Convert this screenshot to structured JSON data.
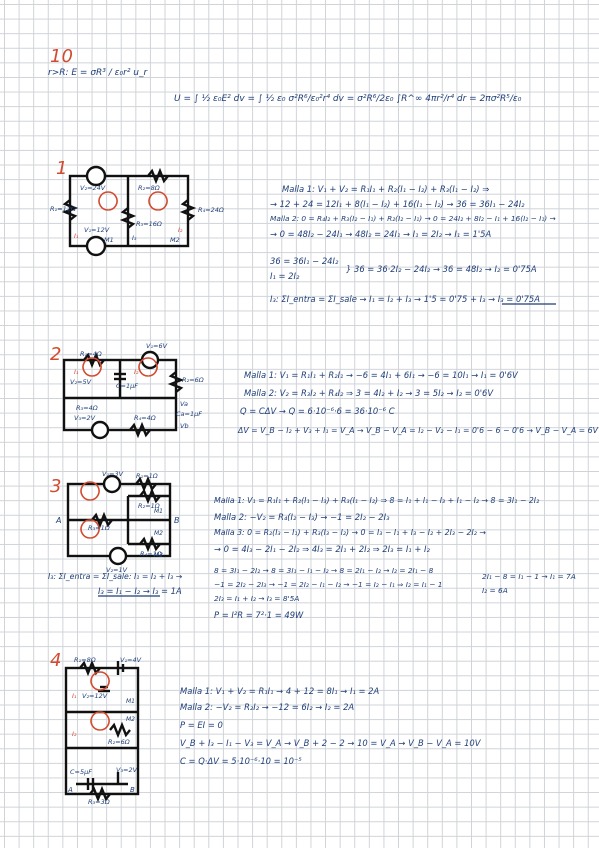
{
  "colors": {
    "ink": "#1f3f78",
    "accent": "#d24a2f",
    "grid": "#cfd3d8"
  },
  "p10": {
    "number": "10",
    "field": "r>R: E = σR³ / ε₀r² u_r",
    "energy": "U = ∫ ½ ε₀E² dv = ∫ ½ ε₀ σ²R⁶/ε₀²r⁴ dv = σ²R⁶/2ε₀ ∫R^∞ 4πr²/r⁴ dr = 2πσ²R⁵/ε₀"
  },
  "p1": {
    "number": "1",
    "labels": {
      "v2": "V₂=24V",
      "r2": "R₂=8Ω",
      "r1": "R₁=12Ω",
      "r3": "R₃=16Ω",
      "r4": "R₄=24Ω",
      "v1": "V₁=12V",
      "i1": "I₁",
      "i2": "I₂",
      "i3": "I₃",
      "m1": "M1",
      "m2": "M2"
    },
    "lines": [
      "Malla 1: V₁ + V₂ = R₁I₁ + R₂(I₁ − I₂) + R₃(I₁ − I₂) ⇒",
      "→ 12 + 24 = 12I₁ + 8(I₁ − I₂) + 16(I₁ − I₂) → 36 = 36I₁ − 24I₂",
      "Malla 2: 0 = R₄I₂ + R₃(I₂ − I₁) + R₂(I₂ − I₁) → 0 = 24I₂ + 8I₂ − I₁ + 16(I₂ − I₁) →",
      "→ 0 = 48I₂ − 24I₁ → 48I₂ = 24I₁ → I₁ = 2I₂ → I₁ = 1'5A",
      "36 = 36I₁ − 24I₂",
      "I₁ = 2I₂",
      "} 36 = 36·2I₂ − 24I₂ → 36 = 48I₂ → I₂ = 0'75A",
      "I₃: ΣI_entra = ΣI_sale → I₁ = I₂ + I₃ → 1'5 = 0'75 + I₃ → I₃ = 0'75A"
    ]
  },
  "p2": {
    "number": "2",
    "labels": {
      "r1": "R₁=4Ω",
      "v1": "V₁=6V",
      "r2": "R₂=6Ω",
      "v2": "V₂=5V",
      "c": "C=1μF",
      "r3": "R₃=4Ω",
      "v3": "V₃=2V",
      "r4": "R₄=4Ω",
      "ca": "Ca=1μF",
      "i1": "I₁",
      "i2": "I₂",
      "va": "Va",
      "vb": "Vb"
    },
    "lines": [
      "Malla 1: V₁ = R₁I₁ + R₂I₁ → −6 = 4I₁ + 6I₁ → −6 = 10I₁ → I₁ = 0'6V",
      "Malla 2: V₂ = R₃I₂ + R₄I₂ ⇒ 3 = 4I₂ + I₂ → 3 = 5I₂ → I₂ = 0'6V",
      "Q = CΔV → Q = 6·10⁻⁶·6 = 36·10⁻⁶ C",
      "ΔV = V_B − I₂ + V₃ + I₁ = V_A → V_B − V_A = I₂ − V₂ − I₁ = 0'6 − 6 − 0'6 → V_B − V_A = 6V"
    ]
  },
  "p3": {
    "number": "3",
    "labels": {
      "v1": "V₁=3V",
      "r1": "R₁=1Ω",
      "r2": "R₂=1Ω",
      "r3": "R₃=1Ω",
      "r4": "R₄=1Ω",
      "v2": "V₂=1V",
      "a": "A",
      "b": "B",
      "m1": "M1",
      "m2": "M2",
      "m3": "M3"
    },
    "lines": [
      "Malla 1: V₁ = R₁I₁ + R₂(I₁ − I₃) + R₃(I₁ − I₂) ⇒ 8 = I₁ + I₁ − I₃ + I₁ − I₂ → 8 = 3I₁ − 2I₂",
      "Malla 2: −V₂ = R₄(I₂ − I₃) → −1 = 2I₂ − 2I₃",
      "Malla 3: 0 = R₂(I₃ − I₁) + R₃(I₃ − I₂) → 0 = I₃ − I₁ + I₃ − I₂ + 2I₃ − 2I₂ →",
      "→ 0 = 4I₃ − 2I₁ − 2I₂ ⇒ 4I₃ = 2I₁ + 2I₂ ⇒ 2I₃ = I₁ + I₂",
      "8 = 3I₁ − 2I₂ → 8 = 3I₁ − I₁ − I₂ → 8 = 2I₁ − I₂ → I₂ = 2I₁ − 8",
      "−1 = 2I₂ − 2I₃ → −1 = 2I₂ − I₁ − I₂ → −1 = I₂ − I₁ ⇒ I₂ = I₁ − 1",
      "2I₃ = I₁ + I₂ → I₃ = 8'5A",
      "2I₁ − 8 = I₁ − 1 → I₁ = 7A",
      "I₂ = 6A",
      "P = I²R = 7²·1 = 49W",
      "I₃: ΣI_entra = ΣI_sale: I₁ = I₂ + I₃ →",
      "I₃ = I₁ − I₂ → I₃ = 1A"
    ]
  },
  "p4": {
    "number": "4",
    "labels": {
      "r1": "R₁=8Ω",
      "v1": "V₁=4V",
      "v2": "V₂=12V",
      "r2": "R₂=6Ω",
      "c": "C=5μF",
      "v3": "V₃=2V",
      "r3": "R₃=3Ω",
      "i1": "I₁",
      "i2": "I₂",
      "m1": "M1",
      "m2": "M2",
      "a": "A",
      "b": "B"
    },
    "lines": [
      "Malla 1: V₁ + V₂ = R₁I₁ → 4 + 12 = 8I₁ → I₁ = 2A",
      "Malla 2: −V₂ = R₂I₂ → −12 = 6I₂ → I₂ = 2A",
      "P = EI = 0",
      "V_B + I₃ − I₁ − V₃ = V_A → V_B + 2 − 2 → 10 = V_A → V_B − V_A = 10V",
      "C = Q·ΔV = 5·10⁻⁶·10 = 10⁻⁵"
    ]
  }
}
